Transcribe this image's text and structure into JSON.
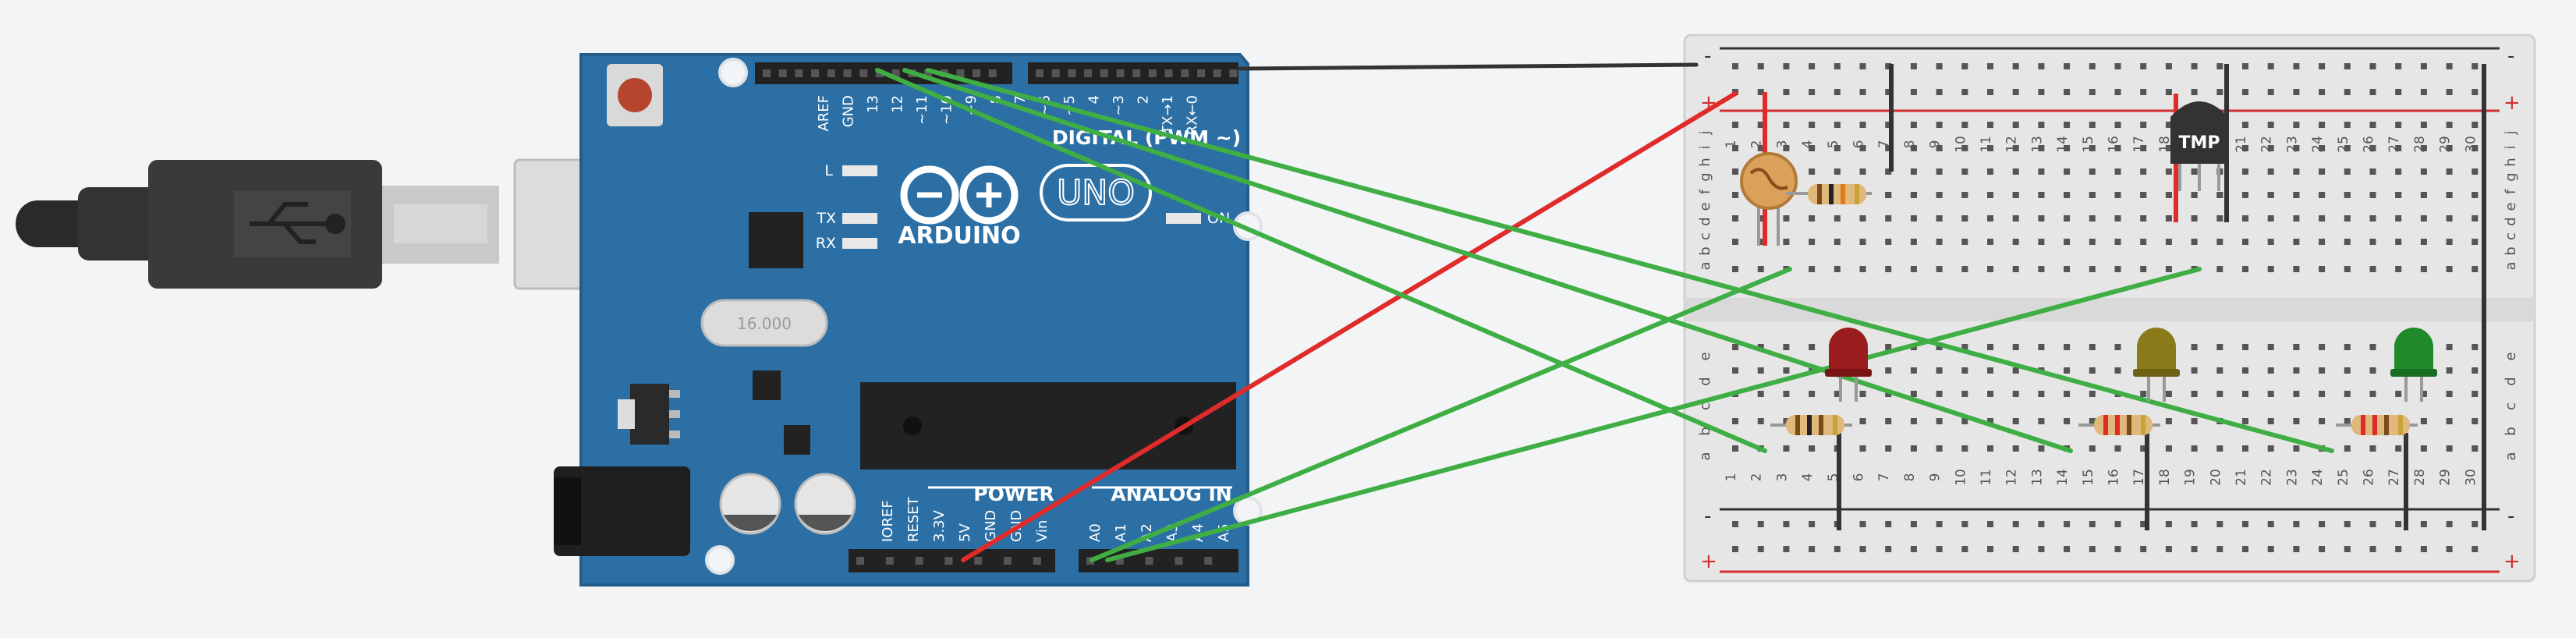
{
  "colors": {
    "background": "#f3f4f6",
    "board": "#2b6fa5",
    "board_edge": "#235d8c",
    "breadboard": "#e6e6e6",
    "rail_red": "#d32f2f",
    "wire_green": "#3fae44",
    "wire_red": "#e02b2b",
    "wire_black": "#333333"
  },
  "usb": {
    "label": "usb-cable"
  },
  "arduino": {
    "brand": "ARDUINO",
    "model": "UNO",
    "digital_label": "DIGITAL (PWM ~)",
    "power_label": "POWER",
    "analog_label": "ANALOG IN",
    "crystal": "16.000",
    "led_labels": [
      "L",
      "TX",
      "RX"
    ],
    "on_label": "ON",
    "digital_pins": [
      "AREF",
      "GND",
      "13",
      "12",
      "~11",
      "~10",
      "~9",
      "8",
      "7",
      "~6",
      "~5",
      "4",
      "~3",
      "2",
      "TX→1",
      "RX←0"
    ],
    "power_pins": [
      "IOREF",
      "RESET",
      "3.3V",
      "5V",
      "GND",
      "GND",
      "Vin"
    ],
    "analog_pins": [
      "A0",
      "A1",
      "A2",
      "A3",
      "A4",
      "A5"
    ]
  },
  "breadboard": {
    "row_letters_top": [
      "a",
      "b",
      "c",
      "d",
      "e",
      "f",
      "g",
      "h",
      "i",
      "j"
    ],
    "row_letters_bottom": [
      "a",
      "b",
      "c",
      "d",
      "e"
    ],
    "column_numbers": [
      "1",
      "2",
      "3",
      "4",
      "5",
      "6",
      "7",
      "8",
      "9",
      "10",
      "11",
      "12",
      "13",
      "14",
      "15",
      "16",
      "17",
      "18",
      "19",
      "20",
      "21",
      "22",
      "23",
      "24",
      "25",
      "26",
      "27",
      "28",
      "29",
      "30"
    ],
    "rail_minus": "-",
    "rail_plus": "+"
  },
  "components": {
    "temp_sensor_label": "TMP",
    "leds": [
      {
        "name": "red-led",
        "color": "#9b1c1c"
      },
      {
        "name": "yellow-led",
        "color": "#8a7a1c"
      },
      {
        "name": "green-led",
        "color": "#1e8a2a"
      }
    ]
  }
}
